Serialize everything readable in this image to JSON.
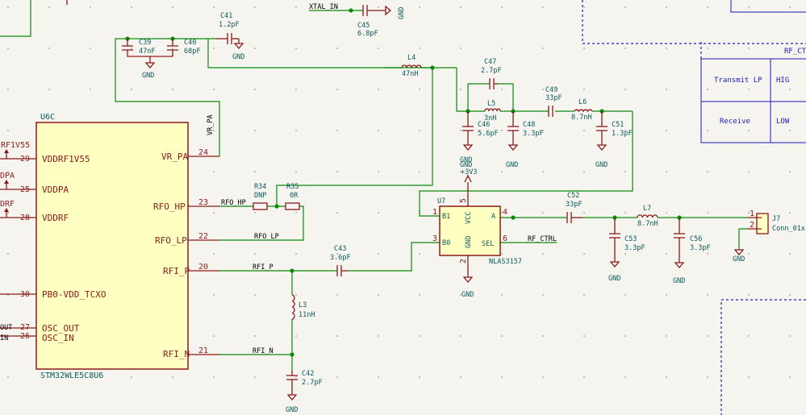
{
  "components": {
    "u6c": {
      "ref": "U6C",
      "value": "STM32WLE5C8U6",
      "pins": [
        {
          "num": "29",
          "name": "VDDRF1V55"
        },
        {
          "num": "25",
          "name": "VDDPA"
        },
        {
          "num": "28",
          "name": "VDDRF"
        },
        {
          "num": "30",
          "name": "PB0-VDD_TCXO"
        },
        {
          "num": "27",
          "name": "OSC_OUT"
        },
        {
          "num": "26",
          "name": "OSC_IN"
        },
        {
          "num": "24",
          "name": "VR_PA"
        },
        {
          "num": "23",
          "name": "RFO_HP"
        },
        {
          "num": "22",
          "name": "RFO_LP"
        },
        {
          "num": "20",
          "name": "RFI_P"
        },
        {
          "num": "21",
          "name": "RFI_N"
        }
      ]
    },
    "u7": {
      "ref": "U7",
      "value": "NLAS3157",
      "pins": [
        {
          "num": "1",
          "name": "B1"
        },
        {
          "num": "3",
          "name": "B0"
        },
        {
          "num": "5",
          "name": "VCC"
        },
        {
          "num": "2",
          "name": "GND"
        },
        {
          "num": "4",
          "name": "A"
        },
        {
          "num": "6",
          "name": "SEL"
        }
      ]
    },
    "c39": {
      "ref": "C39",
      "value": "47nF"
    },
    "c40": {
      "ref": "C40",
      "value": "68pF"
    },
    "c41": {
      "ref": "C41",
      "value": "1.2pF"
    },
    "c45": {
      "ref": "C45",
      "value": "6.8pF"
    },
    "c47": {
      "ref": "C47",
      "value": "2.7pF"
    },
    "c46": {
      "ref": "C46",
      "value": "5.6pF"
    },
    "c48": {
      "ref": "C48",
      "value": "3.3pF"
    },
    "c49": {
      "ref": "C49",
      "value": "33pF"
    },
    "c51": {
      "ref": "C51",
      "value": "1.3pF"
    },
    "c43": {
      "ref": "C43",
      "value": "3.6pF"
    },
    "c42": {
      "ref": "C42",
      "value": "2.7pF"
    },
    "c52": {
      "ref": "C52",
      "value": "33pF"
    },
    "c53": {
      "ref": "C53",
      "value": "3.3pF"
    },
    "c56": {
      "ref": "C56",
      "value": "3.3pF"
    },
    "l4": {
      "ref": "L4",
      "value": "47nH"
    },
    "l5": {
      "ref": "L5",
      "value": "3nH"
    },
    "l6": {
      "ref": "L6",
      "value": "8.7nH"
    },
    "l7": {
      "ref": "L7",
      "value": "8.7nH"
    },
    "l3": {
      "ref": "L3",
      "value": "11nH"
    },
    "r34": {
      "ref": "R34",
      "value": "DNP"
    },
    "r35": {
      "ref": "R35",
      "value": "0R"
    },
    "j7": {
      "ref": "J7",
      "value": "Conn_01x",
      "pins": [
        "1",
        "2"
      ]
    }
  },
  "nets": {
    "xtal_in": "XTAL_IN",
    "vr_pa": "VR_PA",
    "rfo_hp": "RFO_HP",
    "rfo_lp": "RFO_LP",
    "rfi_p": "RFI_P",
    "rfi_n": "RFI_N",
    "rf_ctrl": "RF_CTRL",
    "gnd": "GND",
    "v3v3": "+3V3",
    "left_power": [
      "RF1V55",
      "DPA",
      "DRF"
    ],
    "left_osc": [
      "OUT",
      "IN"
    ]
  },
  "table": {
    "title": "RF_CT",
    "rows": [
      {
        "mode": "Transmit LP",
        "level": "HIG"
      },
      {
        "mode": "Receive",
        "level": "LOW"
      }
    ]
  }
}
